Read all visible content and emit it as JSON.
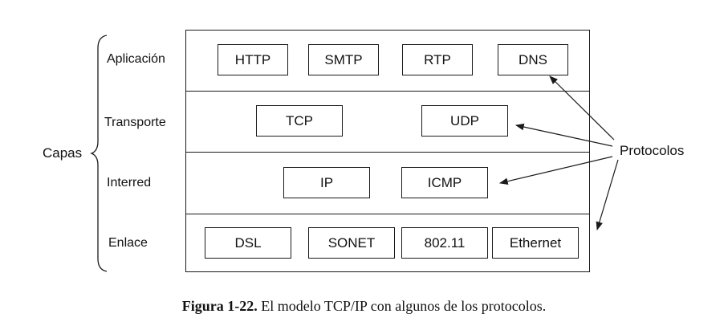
{
  "side_label": "Capas",
  "arrows_label": "Protocolos",
  "layers": [
    {
      "label": "Aplicación",
      "protocols": [
        "HTTP",
        "SMTP",
        "RTP",
        "DNS"
      ]
    },
    {
      "label": "Transporte",
      "protocols": [
        "TCP",
        "UDP"
      ]
    },
    {
      "label": "Interred",
      "protocols": [
        "IP",
        "ICMP"
      ]
    },
    {
      "label": "Enlace",
      "protocols": [
        "DSL",
        "SONET",
        "802.11",
        "Ethernet"
      ]
    }
  ],
  "caption": {
    "figure": "Figura 1-22.",
    "text": "El modelo TCP/IP con algunos de los protocolos."
  },
  "colors": {
    "line": "#1a1a1a",
    "text": "#111111",
    "background": "#ffffff"
  }
}
